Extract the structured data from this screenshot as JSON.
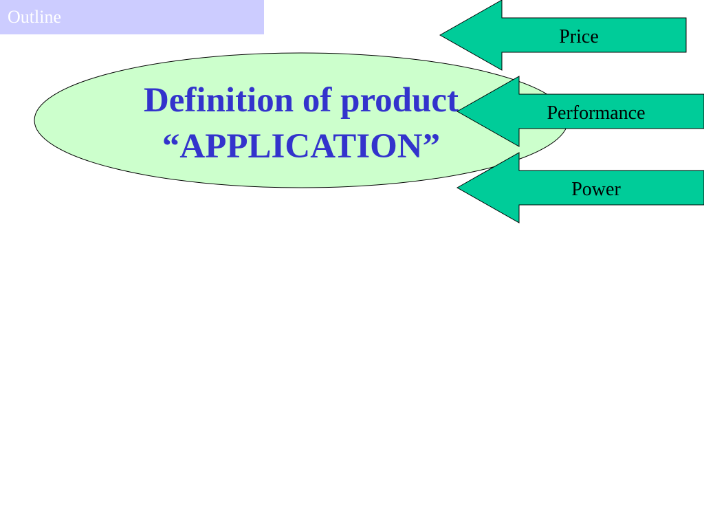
{
  "header": {
    "section_label": "Outline"
  },
  "diagram": {
    "title_line1": "Definition of product",
    "title_line2": "“APPLICATION”",
    "arrows": [
      {
        "label": "Price"
      },
      {
        "label": "Performance"
      },
      {
        "label": "Power"
      }
    ],
    "colors": {
      "ellipse_fill": "#ccffcc",
      "arrow_fill": "#00cc99",
      "title_text": "#3333cc",
      "header_fill": "#ccccff"
    }
  }
}
